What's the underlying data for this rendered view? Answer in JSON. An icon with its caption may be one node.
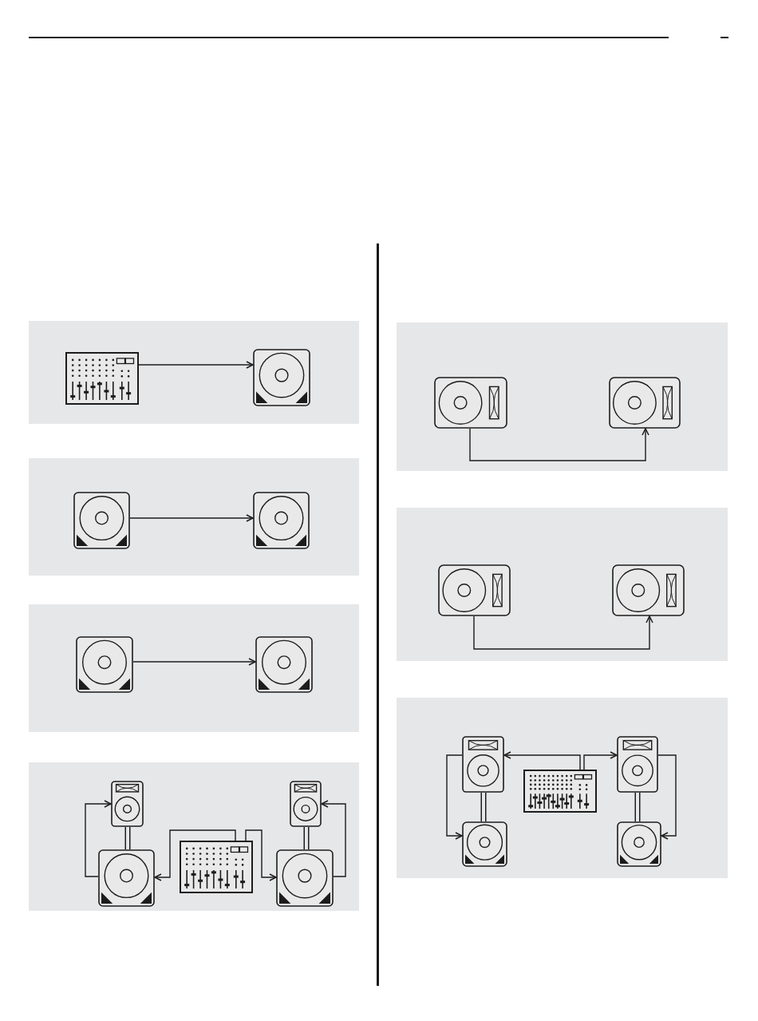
{
  "diagram": {
    "nodes": [
      {
        "text": [],
        "shape": "box"
      },
      {
        "text": [],
        "shape": "picture",
        "in": 0
      },
      {
        "text": [],
        "shape": "picture",
        "in": 0
      },
      {
        "text": [],
        "shape": "box"
      },
      {
        "text": [],
        "shape": "picture",
        "in": 3
      },
      {
        "text": [],
        "shape": "picture",
        "in": 3
      },
      {
        "text": [],
        "shape": "box"
      },
      {
        "text": [],
        "shape": "picture",
        "in": 6
      },
      {
        "text": [],
        "shape": "picture",
        "in": 6
      },
      {
        "text": [],
        "shape": "box"
      },
      {
        "text": [],
        "shape": "picture",
        "in": 9
      },
      {
        "text": [],
        "shape": "picture",
        "in": 9
      },
      {
        "text": [],
        "shape": "picture",
        "in": 9
      },
      {
        "text": [],
        "shape": "picture",
        "in": 9
      },
      {
        "text": [],
        "shape": "picture",
        "in": 9
      },
      {
        "text": [],
        "shape": "box"
      },
      {
        "text": [],
        "shape": "picture",
        "in": 15
      },
      {
        "text": [],
        "shape": "picture",
        "in": 15
      },
      {
        "text": [],
        "shape": "box"
      },
      {
        "text": [],
        "shape": "picture",
        "in": 18
      },
      {
        "text": [],
        "shape": "picture",
        "in": 18
      },
      {
        "text": [],
        "shape": "box"
      },
      {
        "text": [],
        "shape": "picture",
        "in": 21
      },
      {
        "text": [],
        "shape": "picture",
        "in": 21
      },
      {
        "text": [],
        "shape": "picture",
        "in": 21
      },
      {
        "text": [],
        "shape": "picture",
        "in": 21
      },
      {
        "text": [],
        "shape": "picture",
        "in": 21
      }
    ],
    "edges": [
      {
        "from": 1,
        "to": 2,
        "arrow": "to"
      },
      {
        "from": 4,
        "to": 5,
        "arrow": "to"
      },
      {
        "from": 7,
        "to": 8,
        "arrow": "to"
      },
      {
        "from": 10,
        "to": 12,
        "arrow": "none",
        "style": "thick"
      },
      {
        "from": 11,
        "to": 14,
        "arrow": "none",
        "style": "thick"
      },
      {
        "from": 12,
        "to": 10,
        "arrow": "to"
      },
      {
        "from": 13,
        "to": 12,
        "arrow": "to"
      },
      {
        "from": 13,
        "to": 14,
        "arrow": "to"
      },
      {
        "from": 14,
        "to": 11,
        "arrow": "to"
      },
      {
        "from": 16,
        "to": 17,
        "arrow": "to"
      },
      {
        "from": 19,
        "to": 20,
        "arrow": "to"
      },
      {
        "from": 22,
        "to": 25,
        "arrow": "none",
        "style": "thick"
      },
      {
        "from": 23,
        "to": 26,
        "arrow": "none",
        "style": "thick"
      },
      {
        "from": 24,
        "to": 22,
        "arrow": "to"
      },
      {
        "from": 24,
        "to": 23,
        "arrow": "to"
      },
      {
        "from": 22,
        "to": 25,
        "arrow": "to"
      },
      {
        "from": 23,
        "to": 26,
        "arrow": "to"
      }
    ]
  }
}
